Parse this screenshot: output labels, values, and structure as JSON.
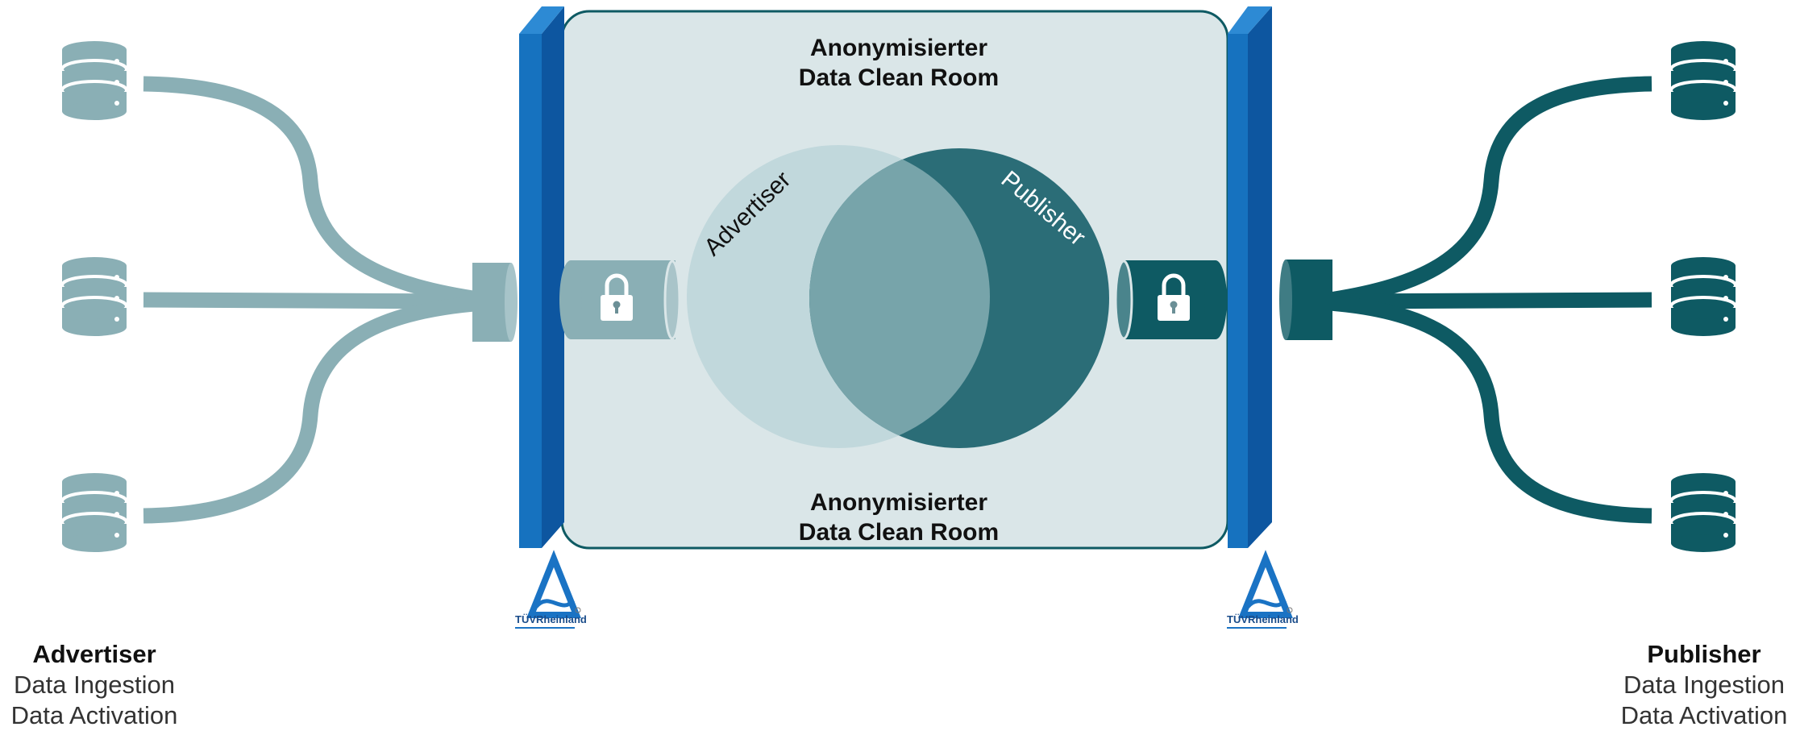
{
  "room": {
    "title_top_line1": "Anonymisierter",
    "title_top_line2": "Data Clean Room",
    "title_bottom_line1": "Anonymisierter",
    "title_bottom_line2": "Data Clean Room"
  },
  "venn": {
    "left_label": "Advertiser",
    "right_label": "Publisher"
  },
  "advertiser": {
    "name": "Advertiser",
    "line1": "Data Ingestion",
    "line2": "Data Activation"
  },
  "publisher": {
    "name": "Publisher",
    "line1": "Data Ingestion",
    "line2": "Data Activation"
  },
  "badges": {
    "left": "TÜVRheinland",
    "right": "TÜVRheinland"
  },
  "colors": {
    "advertiser": "#8aafb5",
    "publisher": "#0e5a63",
    "wall_front": "#1672bf",
    "wall_side": "#0d56a0",
    "room_fill": "#dae6e8",
    "venn_left": "#c1d8dc",
    "venn_right": "#2b6d77",
    "venn_overlap": "#77a4aa"
  },
  "icons": {
    "database": "database-icon",
    "lock": "lock-icon",
    "logo": "tuv-rheinland-logo"
  }
}
